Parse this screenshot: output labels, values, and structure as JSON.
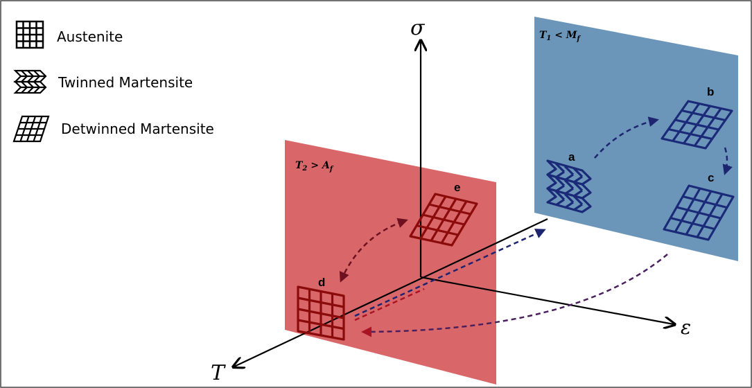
{
  "legend": {
    "austenite": "Austenite",
    "twinned": "Twinned Martensite",
    "detwinned": "Detwinned Martensite"
  },
  "axes": {
    "stress": "σ",
    "strain": "ε",
    "temperature": "T"
  },
  "planes": {
    "cold": {
      "label_main": "T",
      "label_sub": "1",
      "label_rel": " < M",
      "label_rel_sub": "f",
      "color": "#5f8db3"
    },
    "hot": {
      "label_main": "T",
      "label_sub": "2",
      "label_rel": " > A",
      "label_rel_sub": "f",
      "color": "#d65a5c"
    }
  },
  "points": {
    "a": "a",
    "b": "b",
    "c": "c",
    "d": "d",
    "e": "e"
  },
  "colors": {
    "blue_lattice": "#1a2a78",
    "red_lattice": "#8b0a0a",
    "arrow_navy": "#1d2470",
    "arrow_red": "#a81424",
    "arrow_purple": "#4a1f5e"
  }
}
